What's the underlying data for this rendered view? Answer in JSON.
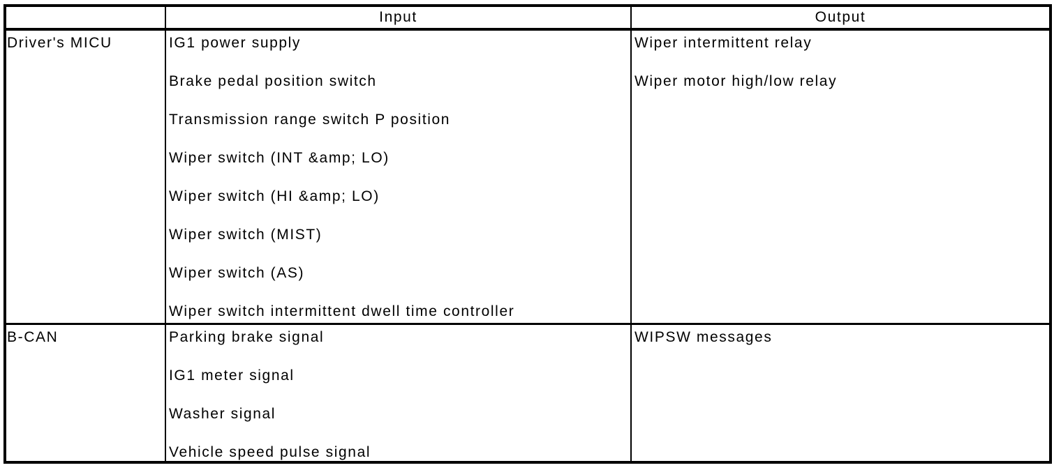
{
  "table": {
    "header": {
      "corner": "",
      "input": "Input",
      "output": "Output"
    },
    "rows": [
      {
        "source": "Driver's MICU",
        "inputs": [
          "IG1 power supply",
          "Brake pedal position switch",
          "Transmission range switch P position",
          "Wiper switch (INT &amp; LO)",
          "Wiper switch (HI &amp; LO)",
          "Wiper switch (MIST)",
          "Wiper switch (AS)",
          "Wiper switch intermittent dwell time controller"
        ],
        "outputs": [
          "Wiper intermittent relay",
          "Wiper motor high/low relay"
        ]
      },
      {
        "source": "B-CAN",
        "inputs": [
          "Parking brake signal",
          "IG1 meter signal",
          "Washer signal",
          "Vehicle speed pulse signal"
        ],
        "outputs": [
          "WIPSW messages"
        ]
      }
    ]
  },
  "colors": {
    "border": "#000000",
    "text": "#000000",
    "background": "#ffffff"
  }
}
